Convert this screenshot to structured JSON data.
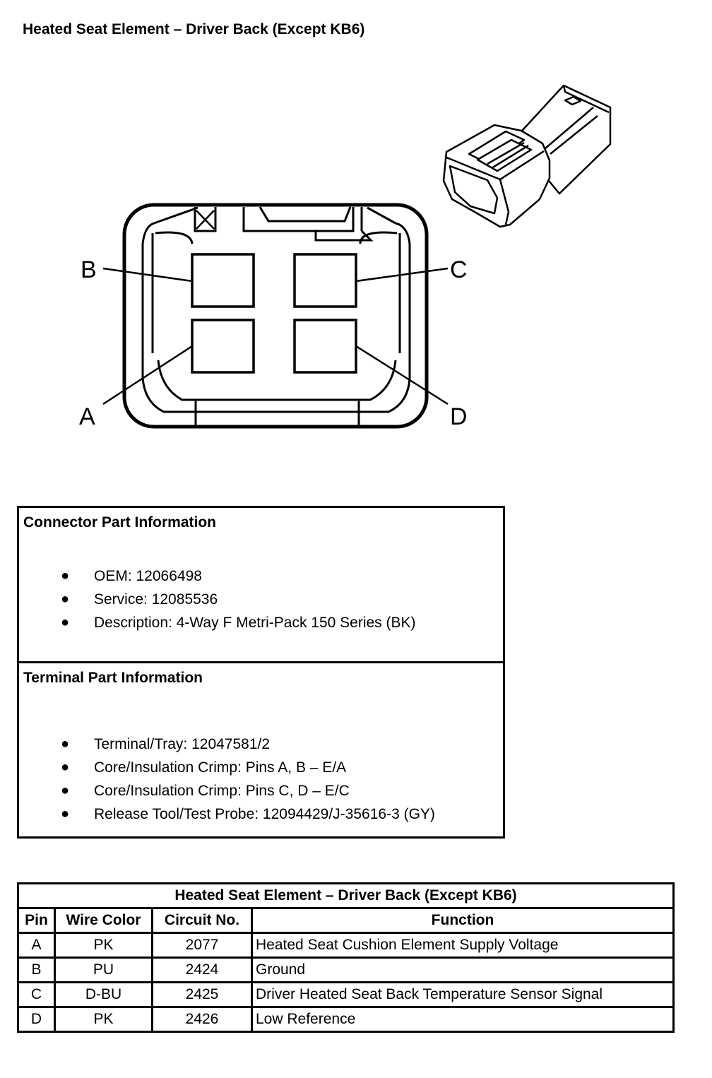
{
  "page_title": "Heated Seat Element – Driver Back (Except KB6)",
  "connector_face": {
    "pin_labels": {
      "a": "A",
      "b": "B",
      "c": "C",
      "d": "D"
    }
  },
  "connector_info": {
    "heading": "Connector Part Information",
    "items": [
      "OEM: 12066498",
      "Service: 12085536",
      "Description: 4-Way F Metri-Pack 150 Series (BK)"
    ]
  },
  "terminal_info": {
    "heading": "Terminal Part Information",
    "items": [
      "Terminal/Tray: 12047581/2",
      "Core/Insulation Crimp: Pins A, B – E/A",
      "Core/Insulation Crimp: Pins C, D – E/C",
      "Release Tool/Test Probe: 12094429/J-35616-3 (GY)"
    ]
  },
  "pin_table": {
    "title": "Heated Seat Element – Driver Back (Except KB6)",
    "headers": [
      "Pin",
      "Wire Color",
      "Circuit No.",
      "Function"
    ],
    "rows": [
      [
        "A",
        "PK",
        "2077",
        "Heated Seat Cushion Element Supply Voltage"
      ],
      [
        "B",
        "PU",
        "2424",
        "Ground"
      ],
      [
        "C",
        "D-BU",
        "2425",
        "Driver Heated Seat Back Temperature Sensor Signal"
      ],
      [
        "D",
        "PK",
        "2426",
        "Low Reference"
      ]
    ]
  }
}
